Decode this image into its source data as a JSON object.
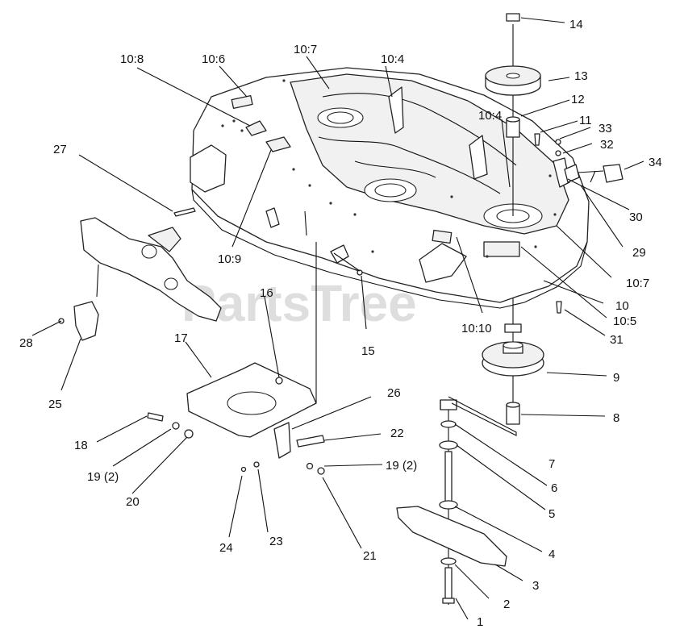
{
  "watermark": {
    "text": "PartsTree",
    "trademark": "TM"
  },
  "labels": {
    "l1": "1",
    "l2": "2",
    "l3": "3",
    "l4": "4",
    "l5": "5",
    "l6": "6",
    "l7": "7",
    "l8": "8",
    "l9": "9",
    "l10": "10",
    "l10_4a": "10:4",
    "l10_4b": "10:4",
    "l10_5": "10:5",
    "l10_6": "10:6",
    "l10_7a": "10:7",
    "l10_7b": "10:7",
    "l10_8": "10:8",
    "l10_9": "10:9",
    "l10_10": "10:10",
    "l11": "11",
    "l12": "12",
    "l13": "13",
    "l14": "14",
    "l15": "15",
    "l16": "16",
    "l17": "17",
    "l18": "18",
    "l19a": "19 (2)",
    "l19b": "19 (2)",
    "l20": "20",
    "l21": "21",
    "l22": "22",
    "l23": "23",
    "l24": "24",
    "l25": "25",
    "l26": "26",
    "l27": "27",
    "l28": "28",
    "l29": "29",
    "l30": "30",
    "l31": "31",
    "l32": "32",
    "l33": "33",
    "l34": "34"
  }
}
